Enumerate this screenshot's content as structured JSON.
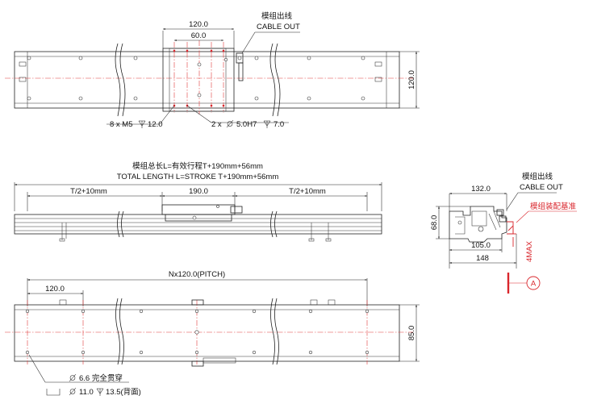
{
  "top_view": {
    "dim_120_top": "120.0",
    "dim_60": "60.0",
    "dim_120_right": "120.0",
    "cable_cn": "模组出线",
    "cable_en": "CABLE OUT",
    "callout_m5": "8 x  M5",
    "callout_m5_depth": "12.0",
    "callout_pin": "2 x",
    "callout_pin_size": "5.0H7",
    "callout_pin_depth": "7.0"
  },
  "side_view": {
    "total_length_cn": "模组总长L=有效行程T+190mm+56mm",
    "total_length_en": "TOTAL LENGTH L=STROKE T+190mm+56mm",
    "dim_left": "T/2+10mm",
    "dim_center": "190.0",
    "dim_right": "T/2+10mm"
  },
  "end_view": {
    "dim_132": "132.0",
    "cable_cn": "模组出线",
    "cable_en": "CABLE OUT",
    "ref_label": "模组装配基准",
    "dim_68": "68.0",
    "dim_105": "105.0",
    "dim_148": "148",
    "dim_4max": "4MAX",
    "datum": "A"
  },
  "bottom_view": {
    "pitch": "Nx120.0(PITCH)",
    "dim_120": "120.0",
    "dim_85": "85.0",
    "hole_through": "6.6 完全贯穿",
    "hole_cbore": "11.0",
    "hole_cbore_depth": "13.5(背面)"
  },
  "colors": {
    "line": "#222222",
    "centerline": "#e03a3a",
    "accent": "#d9262c"
  },
  "icons": [
    "diameter-symbol-icon",
    "depth-symbol-icon",
    "counterbore-symbol-icon",
    "break-line-icon",
    "cable-connector-icon",
    "datum-circle-icon"
  ]
}
